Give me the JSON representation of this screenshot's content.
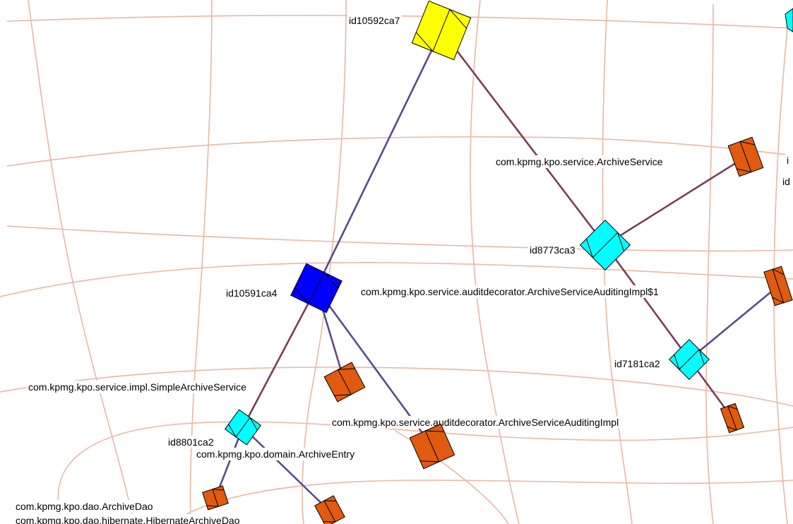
{
  "colors": {
    "background": "#ffffff",
    "grid": "#e8b8a4",
    "edge_main": "#5a4a8c",
    "edge_alt": "#7a3d5a",
    "yellow": "#ffff00",
    "blue": "#0000ff",
    "cyan": "#00ffff",
    "orange": "#e05a10"
  },
  "nodes": [
    {
      "id": "n1",
      "label": "id10592ca7",
      "shape": "box",
      "color": "yellow"
    },
    {
      "id": "n2",
      "label": "id10591ca4",
      "shape": "box",
      "color": "blue"
    },
    {
      "id": "n3",
      "label": "id8773ca3",
      "shape": "diamond",
      "color": "cyan"
    },
    {
      "id": "n4",
      "label": "com.kpmg.kpo.service.ArchiveService",
      "shape": "box",
      "color": "orange"
    },
    {
      "id": "n5",
      "label": "com.kpmg.kpo.service.auditdecorator.ArchiveServiceAuditingImpl$1",
      "shape": "box",
      "color": "orange"
    },
    {
      "id": "n6",
      "label": "id7181ca2",
      "shape": "diamond",
      "color": "cyan"
    },
    {
      "id": "n7",
      "label": "com.kpmg.kpo.service.auditdecorator.ArchiveServiceAuditingImpl",
      "shape": "box",
      "color": "orange"
    },
    {
      "id": "n8",
      "label": "com.kpmg.kpo.service.impl.SimpleArchiveService",
      "shape": "box",
      "color": "orange"
    },
    {
      "id": "n9",
      "label": "id8801ca2",
      "shape": "diamond",
      "color": "cyan"
    },
    {
      "id": "n10",
      "label": "com.kpmg.kpo.domain.ArchiveEntry",
      "shape": "box",
      "color": "orange"
    },
    {
      "id": "n11",
      "label": "com.kpmg.kpo.dao.ArchiveDao",
      "shape": "box",
      "color": "orange"
    },
    {
      "id": "n12",
      "label": "com.kpmg.kpo.dao.hibernate.HibernateArchiveDao",
      "shape": "box",
      "color": "orange"
    }
  ],
  "edges": [
    [
      "n1",
      "n2"
    ],
    [
      "n1",
      "n3"
    ],
    [
      "n3",
      "n4"
    ],
    [
      "n3",
      "n6"
    ],
    [
      "n6",
      "n5"
    ],
    [
      "n6",
      "n7"
    ],
    [
      "n2",
      "n8"
    ],
    [
      "n2",
      "n10"
    ],
    [
      "n2",
      "n9"
    ],
    [
      "n9",
      "n11"
    ],
    [
      "n9",
      "n12"
    ]
  ],
  "edge_colors": {
    "n1-n2": "edge_main",
    "n1-n3": "edge_alt",
    "n3-n4": "edge_alt",
    "n3-n6": "edge_alt",
    "n6-n5": "edge_main",
    "n6-n7": "edge_alt",
    "n2-n8": "edge_main",
    "n2-n10": "edge_main",
    "n2-n9": "edge_alt",
    "n9-n11": "edge_main",
    "n9-n12": "edge_main"
  }
}
